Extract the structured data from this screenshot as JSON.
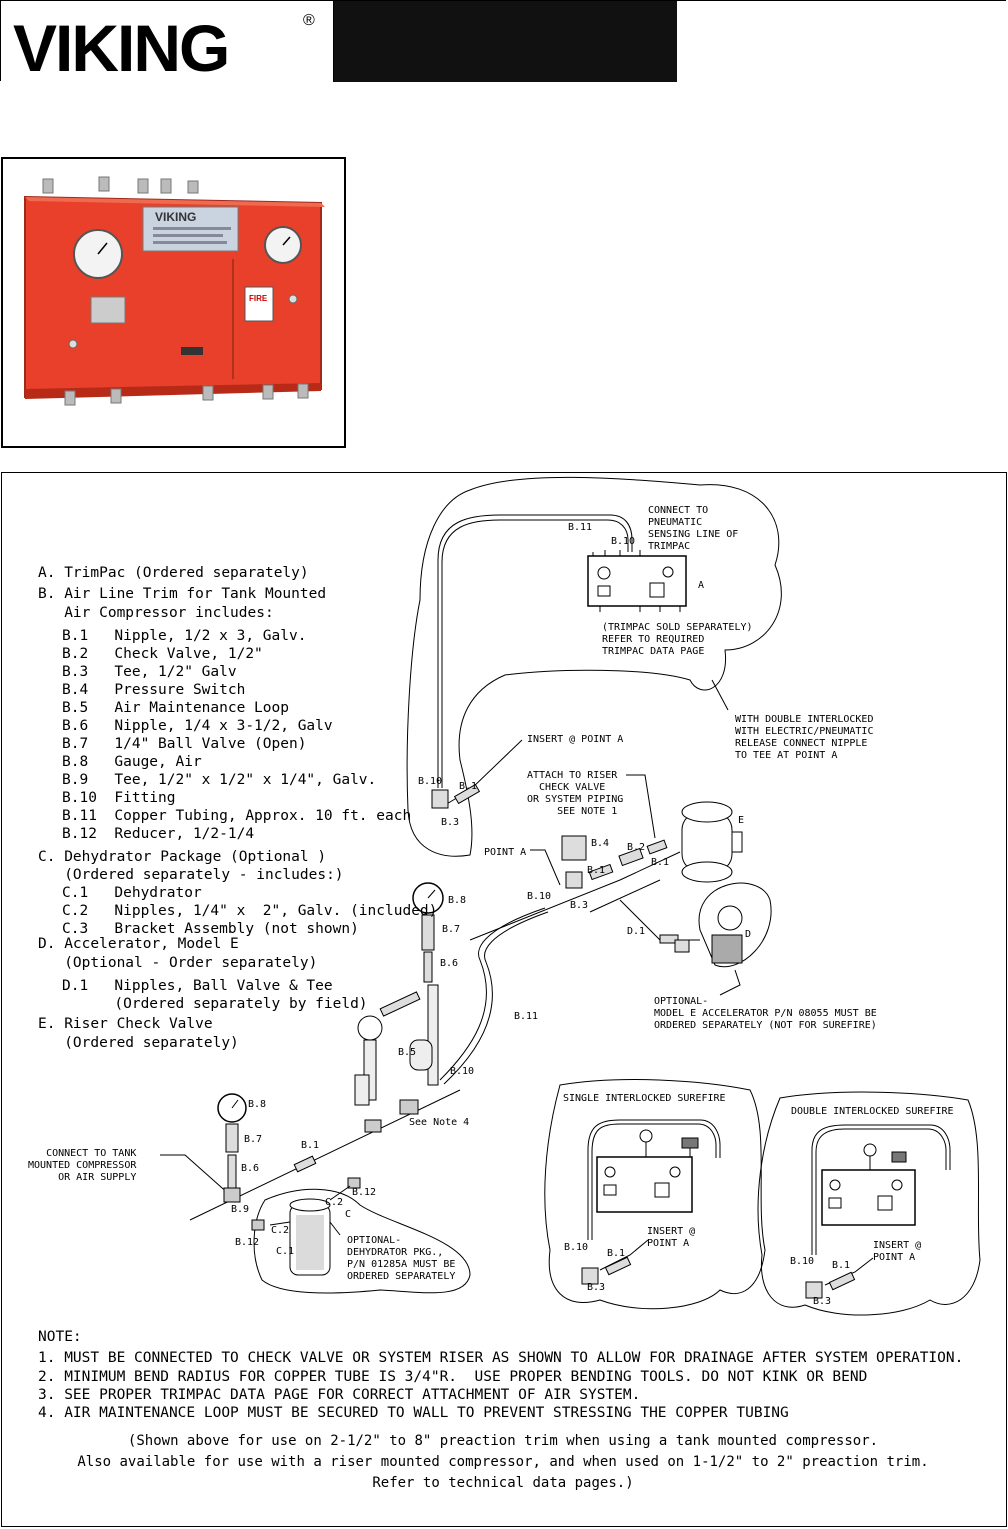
{
  "header": {
    "brand": "VIKING",
    "registered": "®"
  },
  "photo": {
    "panel_label": "VIKING",
    "fire_label": "FIRE"
  },
  "legend": [
    "A. TrimPac (Ordered separately)",
    "B. Air Line Trim for Tank Mounted",
    "   Air Compressor includes:",
    "B.1   Nipple, 1/2 x 3, Galv.",
    "B.2   Check Valve, 1/2\"",
    "B.3   Tee, 1/2\" Galv",
    "B.4   Pressure Switch",
    "B.5   Air Maintenance Loop",
    "B.6   Nipple, 1/4 x 3-1/2, Galv",
    "B.7   1/4\" Ball Valve (Open)",
    "B.8   Gauge, Air",
    "B.9   Tee, 1/2\" x 1/2\" x 1/4\", Galv.",
    "B.10  Fitting",
    "B.11  Copper Tubing, Approx. 10 ft. each",
    "B.12  Reducer, 1/2-1/4",
    "C. Dehydrator Package (Optional )",
    "   (Ordered separately - includes:)",
    "C.1   Dehydrator",
    "C.2   Nipples, 1/4\" x  2\", Galv. (included)",
    "C.3   Bracket Assembly (not shown)",
    "D. Accelerator, Model E",
    "   (Optional - Order separately)",
    "D.1   Nipples, Ball Valve & Tee",
    "      (Ordered separately by field)",
    "E. Riser Check Valve",
    "   (Ordered separately)"
  ],
  "labels": {
    "connect_to": "CONNECT TO\nPNEUMATIC\nSENSING LINE OF\nTRIMPAC",
    "trimpac_sold": "(TRIMPAC SOLD SEPARATELY)\nREFER TO REQUIRED\nTRIMPAC DATA PAGE",
    "double_interlocked": "WITH DOUBLE INTERLOCKED\nWITH ELECTRIC/PNEUMATIC\nRELEASE CONNECT NIPPLE\nTO TEE AT POINT A",
    "insert_point_a": "INSERT @ POINT A",
    "attach_riser": "ATTACH TO RISER\n  CHECK VALVE\nOR SYSTEM PIPING\n     SEE NOTE 1",
    "point_a": "POINT A",
    "optional_accel": "OPTIONAL-\nMODEL E ACCELERATOR P/N 08055 MUST BE\nORDERED SEPARATELY (NOT FOR SUREFIRE)",
    "see_note_4": "See Note 4",
    "connect_tank": "CONNECT TO TANK\nMOUNTED COMPRESSOR\nOR AIR SUPPLY",
    "optional_dehyd": "OPTIONAL-\nDEHYDRATOR PKG.,\nP/N 01285A MUST BE\nORDERED SEPARATELY",
    "single_surefire": "SINGLE INTERLOCKED SUREFIRE",
    "double_surefire": "DOUBLE INTERLOCKED SUREFIRE",
    "insert_at": "INSERT @\nPOINT A",
    "B11": "B.11",
    "B10": "B.10",
    "B1": "B.1",
    "B3": "B.3",
    "B2": "B.2",
    "B4": "B.4",
    "B5": "B.5",
    "B6": "B.6",
    "B7": "B.7",
    "B8": "B.8",
    "B9": "B.9",
    "B12": "B.12",
    "A": "A",
    "C": "C",
    "C1": "C.1",
    "C2": "C.2",
    "D": "D",
    "D1": "D.1",
    "E": "E"
  },
  "notes": [
    "NOTE:",
    "1. MUST BE CONNECTED TO CHECK VALVE OR SYSTEM RISER AS SHOWN TO ALLOW FOR DRAINAGE AFTER SYSTEM OPERATION.",
    "2. MINIMUM BEND RADIUS FOR COPPER TUBE IS 3/4\"R.  USE PROPER BENDING TOOLS. DO NOT KINK OR BEND",
    "3. SEE PROPER TRIMPAC DATA PAGE FOR CORRECT ATTACHMENT OF AIR SYSTEM.",
    "4. AIR MAINTENANCE LOOP MUST BE SECURED TO WALL TO PREVENT STRESSING THE COPPER TUBING"
  ],
  "footer": [
    "(Shown above for use on 2-1/2\" to 8\" preaction trim when using a tank mounted compressor.",
    "Also available for use with a riser mounted compressor, and when used on 1-1/2\" to 2\" preaction trim.",
    "Refer to technical data pages.)"
  ]
}
